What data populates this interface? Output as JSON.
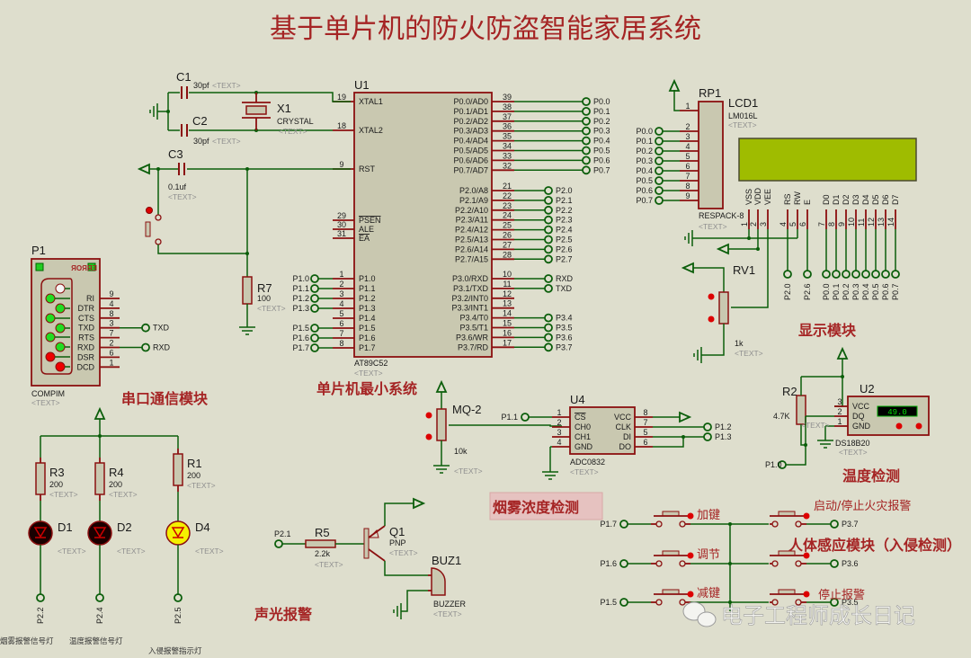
{
  "title": "基于单片机的防火防盗智能家居系统",
  "placeholder": "<TEXT>",
  "modules": {
    "serial": "串口通信模块",
    "mcu": "单片机最小系统",
    "display": "显示模块",
    "temp": "温度检测",
    "smoke": "烟雾浓度检测",
    "pir": "人体感应模块（入侵检测）",
    "alarm": "声光报警"
  },
  "colors": {
    "background": "#dedecd",
    "wire": "#0b5e0b",
    "pin": "#8b1010",
    "component": "#c9c8b0",
    "title": "#a52424",
    "lcd": "#9fbc00"
  },
  "u1": {
    "ref": "U1",
    "part": "AT89C52",
    "left": [
      {
        "n": "19",
        "l": "XTAL1"
      },
      {
        "n": "18",
        "l": "XTAL2"
      },
      {
        "n": "9",
        "l": "RST"
      },
      {
        "n": "29",
        "l": "PSEN"
      },
      {
        "n": "30",
        "l": "ALE"
      },
      {
        "n": "31",
        "l": "EA"
      },
      {
        "n": "1",
        "l": "P1.0",
        "net": "P1.0"
      },
      {
        "n": "2",
        "l": "P1.1",
        "net": "P1.1"
      },
      {
        "n": "3",
        "l": "P1.2",
        "net": "P1.2"
      },
      {
        "n": "4",
        "l": "P1.3",
        "net": "P1.3"
      },
      {
        "n": "5",
        "l": "P1.4"
      },
      {
        "n": "6",
        "l": "P1.5",
        "net": "P1.5"
      },
      {
        "n": "7",
        "l": "P1.6",
        "net": "P1.6"
      },
      {
        "n": "8",
        "l": "P1.7",
        "net": "P1.7"
      }
    ],
    "right": [
      {
        "n": "39",
        "l": "P0.0/AD0",
        "net": "P0.0"
      },
      {
        "n": "38",
        "l": "P0.1/AD1",
        "net": "P0.1"
      },
      {
        "n": "37",
        "l": "P0.2/AD2",
        "net": "P0.2"
      },
      {
        "n": "36",
        "l": "P0.3/AD3",
        "net": "P0.3"
      },
      {
        "n": "35",
        "l": "P0.4/AD4",
        "net": "P0.4"
      },
      {
        "n": "34",
        "l": "P0.5/AD5",
        "net": "P0.5"
      },
      {
        "n": "33",
        "l": "P0.6/AD6",
        "net": "P0.6"
      },
      {
        "n": "32",
        "l": "P0.7/AD7",
        "net": "P0.7"
      },
      {
        "n": "21",
        "l": "P2.0/A8",
        "net": "P2.0"
      },
      {
        "n": "22",
        "l": "P2.1/A9",
        "net": "P2.1"
      },
      {
        "n": "23",
        "l": "P2.2/A10",
        "net": "P2.2"
      },
      {
        "n": "24",
        "l": "P2.3/A11",
        "net": "P2.3"
      },
      {
        "n": "25",
        "l": "P2.4/A12",
        "net": "P2.4"
      },
      {
        "n": "26",
        "l": "P2.5/A13",
        "net": "P2.5"
      },
      {
        "n": "27",
        "l": "P2.6/A14",
        "net": "P2.6"
      },
      {
        "n": "28",
        "l": "P2.7/A15",
        "net": "P2.7"
      },
      {
        "n": "10",
        "l": "P3.0/RXD",
        "net": "RXD"
      },
      {
        "n": "11",
        "l": "P3.1/TXD",
        "net": "TXD"
      },
      {
        "n": "12",
        "l": "P3.2/INT0"
      },
      {
        "n": "13",
        "l": "P3.3/INT1"
      },
      {
        "n": "14",
        "l": "P3.4/T0",
        "net": "P3.4"
      },
      {
        "n": "15",
        "l": "P3.5/T1",
        "net": "P3.5"
      },
      {
        "n": "16",
        "l": "P3.6/WR",
        "net": "P3.6"
      },
      {
        "n": "17",
        "l": "P3.7/RD",
        "net": "P3.7"
      }
    ]
  },
  "clock": {
    "c1": {
      "ref": "C1",
      "value": "30pf"
    },
    "c2": {
      "ref": "C2",
      "value": "30pf"
    },
    "x1": {
      "ref": "X1",
      "part": "CRYSTAL"
    },
    "c3": {
      "ref": "C3",
      "value": "0.1uf"
    },
    "r7": {
      "ref": "R7",
      "value": "100"
    }
  },
  "p1": {
    "ref": "P1",
    "part": "COMPIM",
    "error_label": "ERROR",
    "led_states": [
      "off",
      "on",
      "on",
      "on",
      "on",
      "on",
      "on",
      "error",
      "error"
    ],
    "pins": [
      {
        "l": "RI",
        "n": "9"
      },
      {
        "l": "DTR",
        "n": "4"
      },
      {
        "l": "CTS",
        "n": "8"
      },
      {
        "l": "TXD",
        "n": "3",
        "net": "TXD"
      },
      {
        "l": "RTS",
        "n": "7"
      },
      {
        "l": "RXD",
        "n": "2",
        "net": "RXD"
      },
      {
        "l": "DSR",
        "n": "6"
      },
      {
        "l": "DCD",
        "n": "1"
      }
    ]
  },
  "rp1": {
    "ref": "RP1",
    "part": "RESPACK-8",
    "pins": [
      "1",
      "2",
      "3",
      "4",
      "5",
      "6",
      "7",
      "8",
      "9"
    ],
    "nets": [
      "P0.0",
      "P0.1",
      "P0.2",
      "P0.3",
      "P0.4",
      "P0.5",
      "P0.6",
      "P0.7"
    ]
  },
  "lcd1": {
    "ref": "LCD1",
    "part": "LM016L",
    "pins": [
      {
        "l": "VSS",
        "n": "1"
      },
      {
        "l": "VDD",
        "n": "2"
      },
      {
        "l": "VEE",
        "n": "3"
      },
      {
        "l": "RS",
        "n": "4"
      },
      {
        "l": "RW",
        "n": "5"
      },
      {
        "l": "E",
        "n": "6"
      },
      {
        "l": "D0",
        "n": "7"
      },
      {
        "l": "D1",
        "n": "8"
      },
      {
        "l": "D2",
        "n": "9"
      },
      {
        "l": "D3",
        "n": "10"
      },
      {
        "l": "D4",
        "n": "11"
      },
      {
        "l": "D5",
        "n": "12"
      },
      {
        "l": "D6",
        "n": "13"
      },
      {
        "l": "D7",
        "n": "14"
      }
    ],
    "nets": [
      "P2.0",
      "P2.6",
      "P0.0",
      "P0.1",
      "P0.2",
      "P0.3",
      "P0.4",
      "P0.5",
      "P0.6",
      "P0.7"
    ]
  },
  "rv1": {
    "ref": "RV1",
    "value": "1k"
  },
  "temp": {
    "r2": {
      "ref": "R2",
      "value": "4.7K"
    },
    "u2": {
      "ref": "U2",
      "part": "DS18B20",
      "pins": [
        {
          "l": "VCC",
          "n": "3"
        },
        {
          "l": "DQ",
          "n": "2"
        },
        {
          "l": "GND",
          "n": "1"
        }
      ],
      "reading": "49.0"
    },
    "net": "P1.0"
  },
  "smoke": {
    "mq2": {
      "ref": "MQ-2",
      "value": "10k"
    },
    "u4": {
      "ref": "U4",
      "part": "ADC0832",
      "left": [
        {
          "l": "CS",
          "n": "1"
        },
        {
          "l": "CH0",
          "n": "2"
        },
        {
          "l": "CH1",
          "n": "3"
        },
        {
          "l": "GND",
          "n": "4"
        }
      ],
      "right": [
        {
          "l": "VCC",
          "n": "8"
        },
        {
          "l": "CLK",
          "n": "7"
        },
        {
          "l": "DI",
          "n": "5"
        },
        {
          "l": "DO",
          "n": "6"
        }
      ]
    },
    "nets": {
      "cs": "P1.1",
      "clk": "P1.2",
      "dio": "P1.3"
    }
  },
  "buttons": {
    "left": [
      {
        "label": "加键",
        "net": "P1.7"
      },
      {
        "label": "调节",
        "net": "P1.6"
      },
      {
        "label": "减键",
        "net": "P1.5"
      }
    ],
    "right": [
      {
        "label": "启动/停止火灾报警",
        "net": "P3.7"
      },
      {
        "label": "",
        "net": "P3.6"
      },
      {
        "label": "停止报警",
        "net": "P3.5"
      }
    ]
  },
  "leds": [
    {
      "r": "R3",
      "rv": "200",
      "d": "D1",
      "net": "P2.2",
      "caption": "烟雾报警信号灯",
      "color": "#1a0000"
    },
    {
      "r": "R4",
      "rv": "200",
      "d": "D2",
      "net": "P2.4",
      "caption": "温度报警信号灯",
      "color": "#1a0000"
    },
    {
      "r": "R1",
      "rv": "200",
      "d": "D4",
      "net": "P2.5",
      "caption": "入侵报警指示灯",
      "color": "#f5f000"
    }
  ],
  "alarm": {
    "net": "P2.1",
    "r5": {
      "ref": "R5",
      "value": "2.2k"
    },
    "q1": {
      "ref": "Q1",
      "part": "PNP"
    },
    "buz": {
      "ref": "BUZ1",
      "part": "BUZZER"
    }
  },
  "watermark": {
    "text": "电子工程师成长日记",
    "icon": "wechat-icon"
  }
}
